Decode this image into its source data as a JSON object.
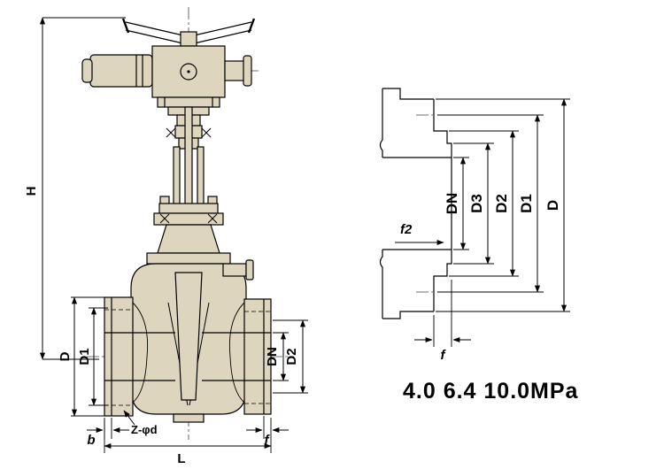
{
  "valve_view": {
    "labels": {
      "H": "H",
      "D": "D",
      "D1": "D1",
      "DN": "DN",
      "D2": "D2",
      "L": "L",
      "b": "b",
      "f": "f",
      "bolt_callout": "Z-φd"
    }
  },
  "flange_view": {
    "labels": {
      "DN": "DN",
      "D3": "D3",
      "D2": "D2",
      "D1": "D1",
      "D": "D",
      "f2": "f2",
      "f": "f"
    }
  },
  "pressure_rating": "4.0  6.4 10.0MPa",
  "colors": {
    "body_fill": "#ddd5bd",
    "line": "#000000",
    "background": "#ffffff"
  }
}
